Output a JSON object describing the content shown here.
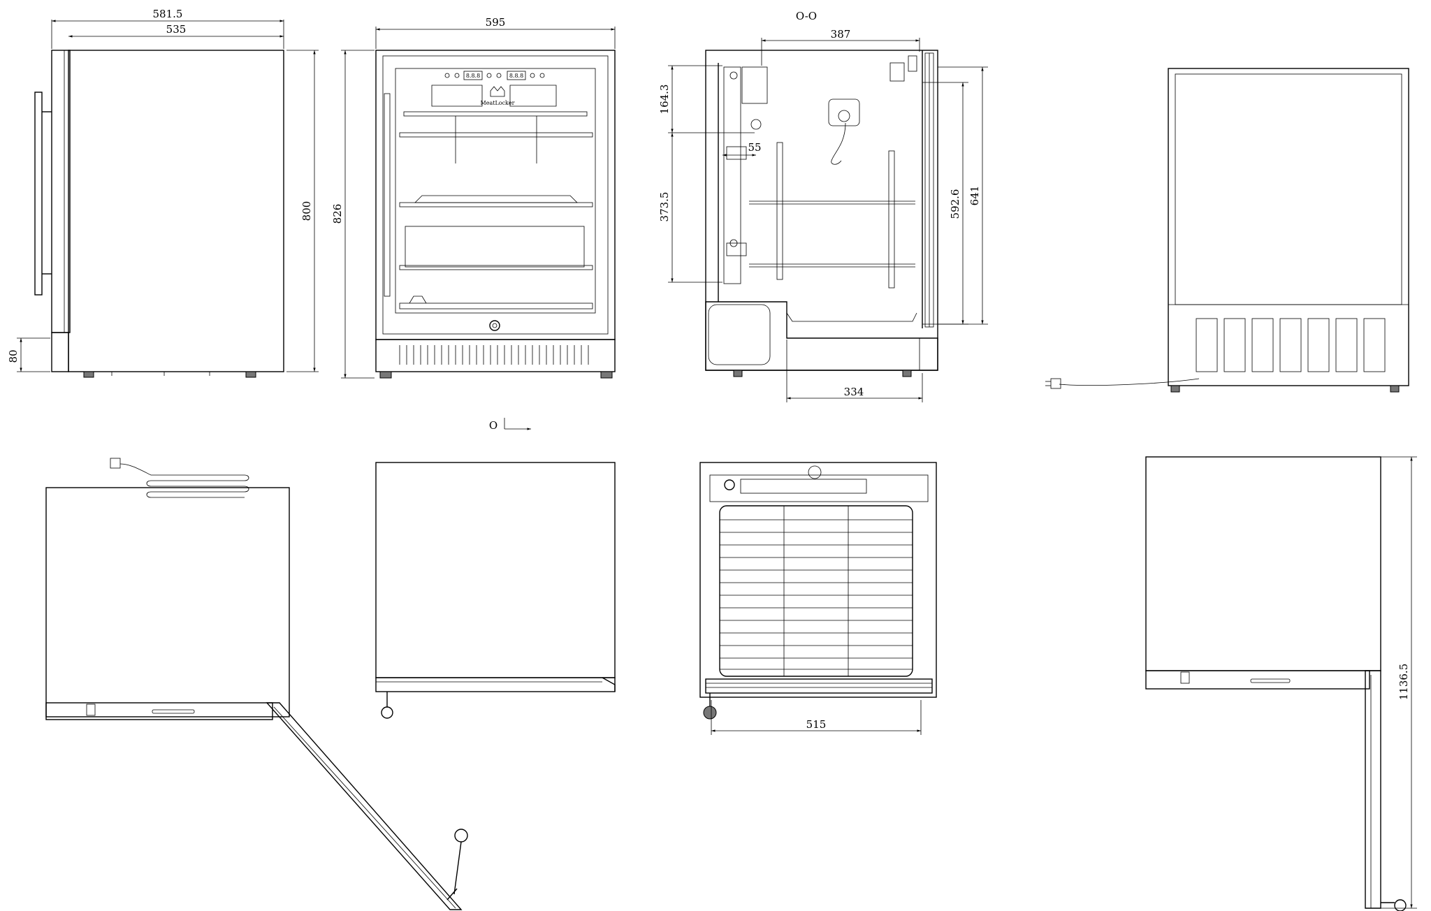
{
  "dimensions": {
    "side_depth_total": "581.5",
    "side_depth_body": "535",
    "side_height": "800",
    "side_foot_height": "80",
    "front_width": "595",
    "front_height": "826",
    "section_title": "O-O",
    "section_top_width": "387",
    "section_upper_height": "164.3",
    "section_offset": "55",
    "section_lower_height": "373.5",
    "section_inner_height": "592.6",
    "section_total_height": "641",
    "section_bottom_width": "334",
    "open_door_width": "515",
    "door_open_depth": "1136.5",
    "section_mark": "O"
  },
  "brand_label": "MeatLocker",
  "display_readout_left": "8.8.8",
  "display_readout_right": "8.8.8"
}
